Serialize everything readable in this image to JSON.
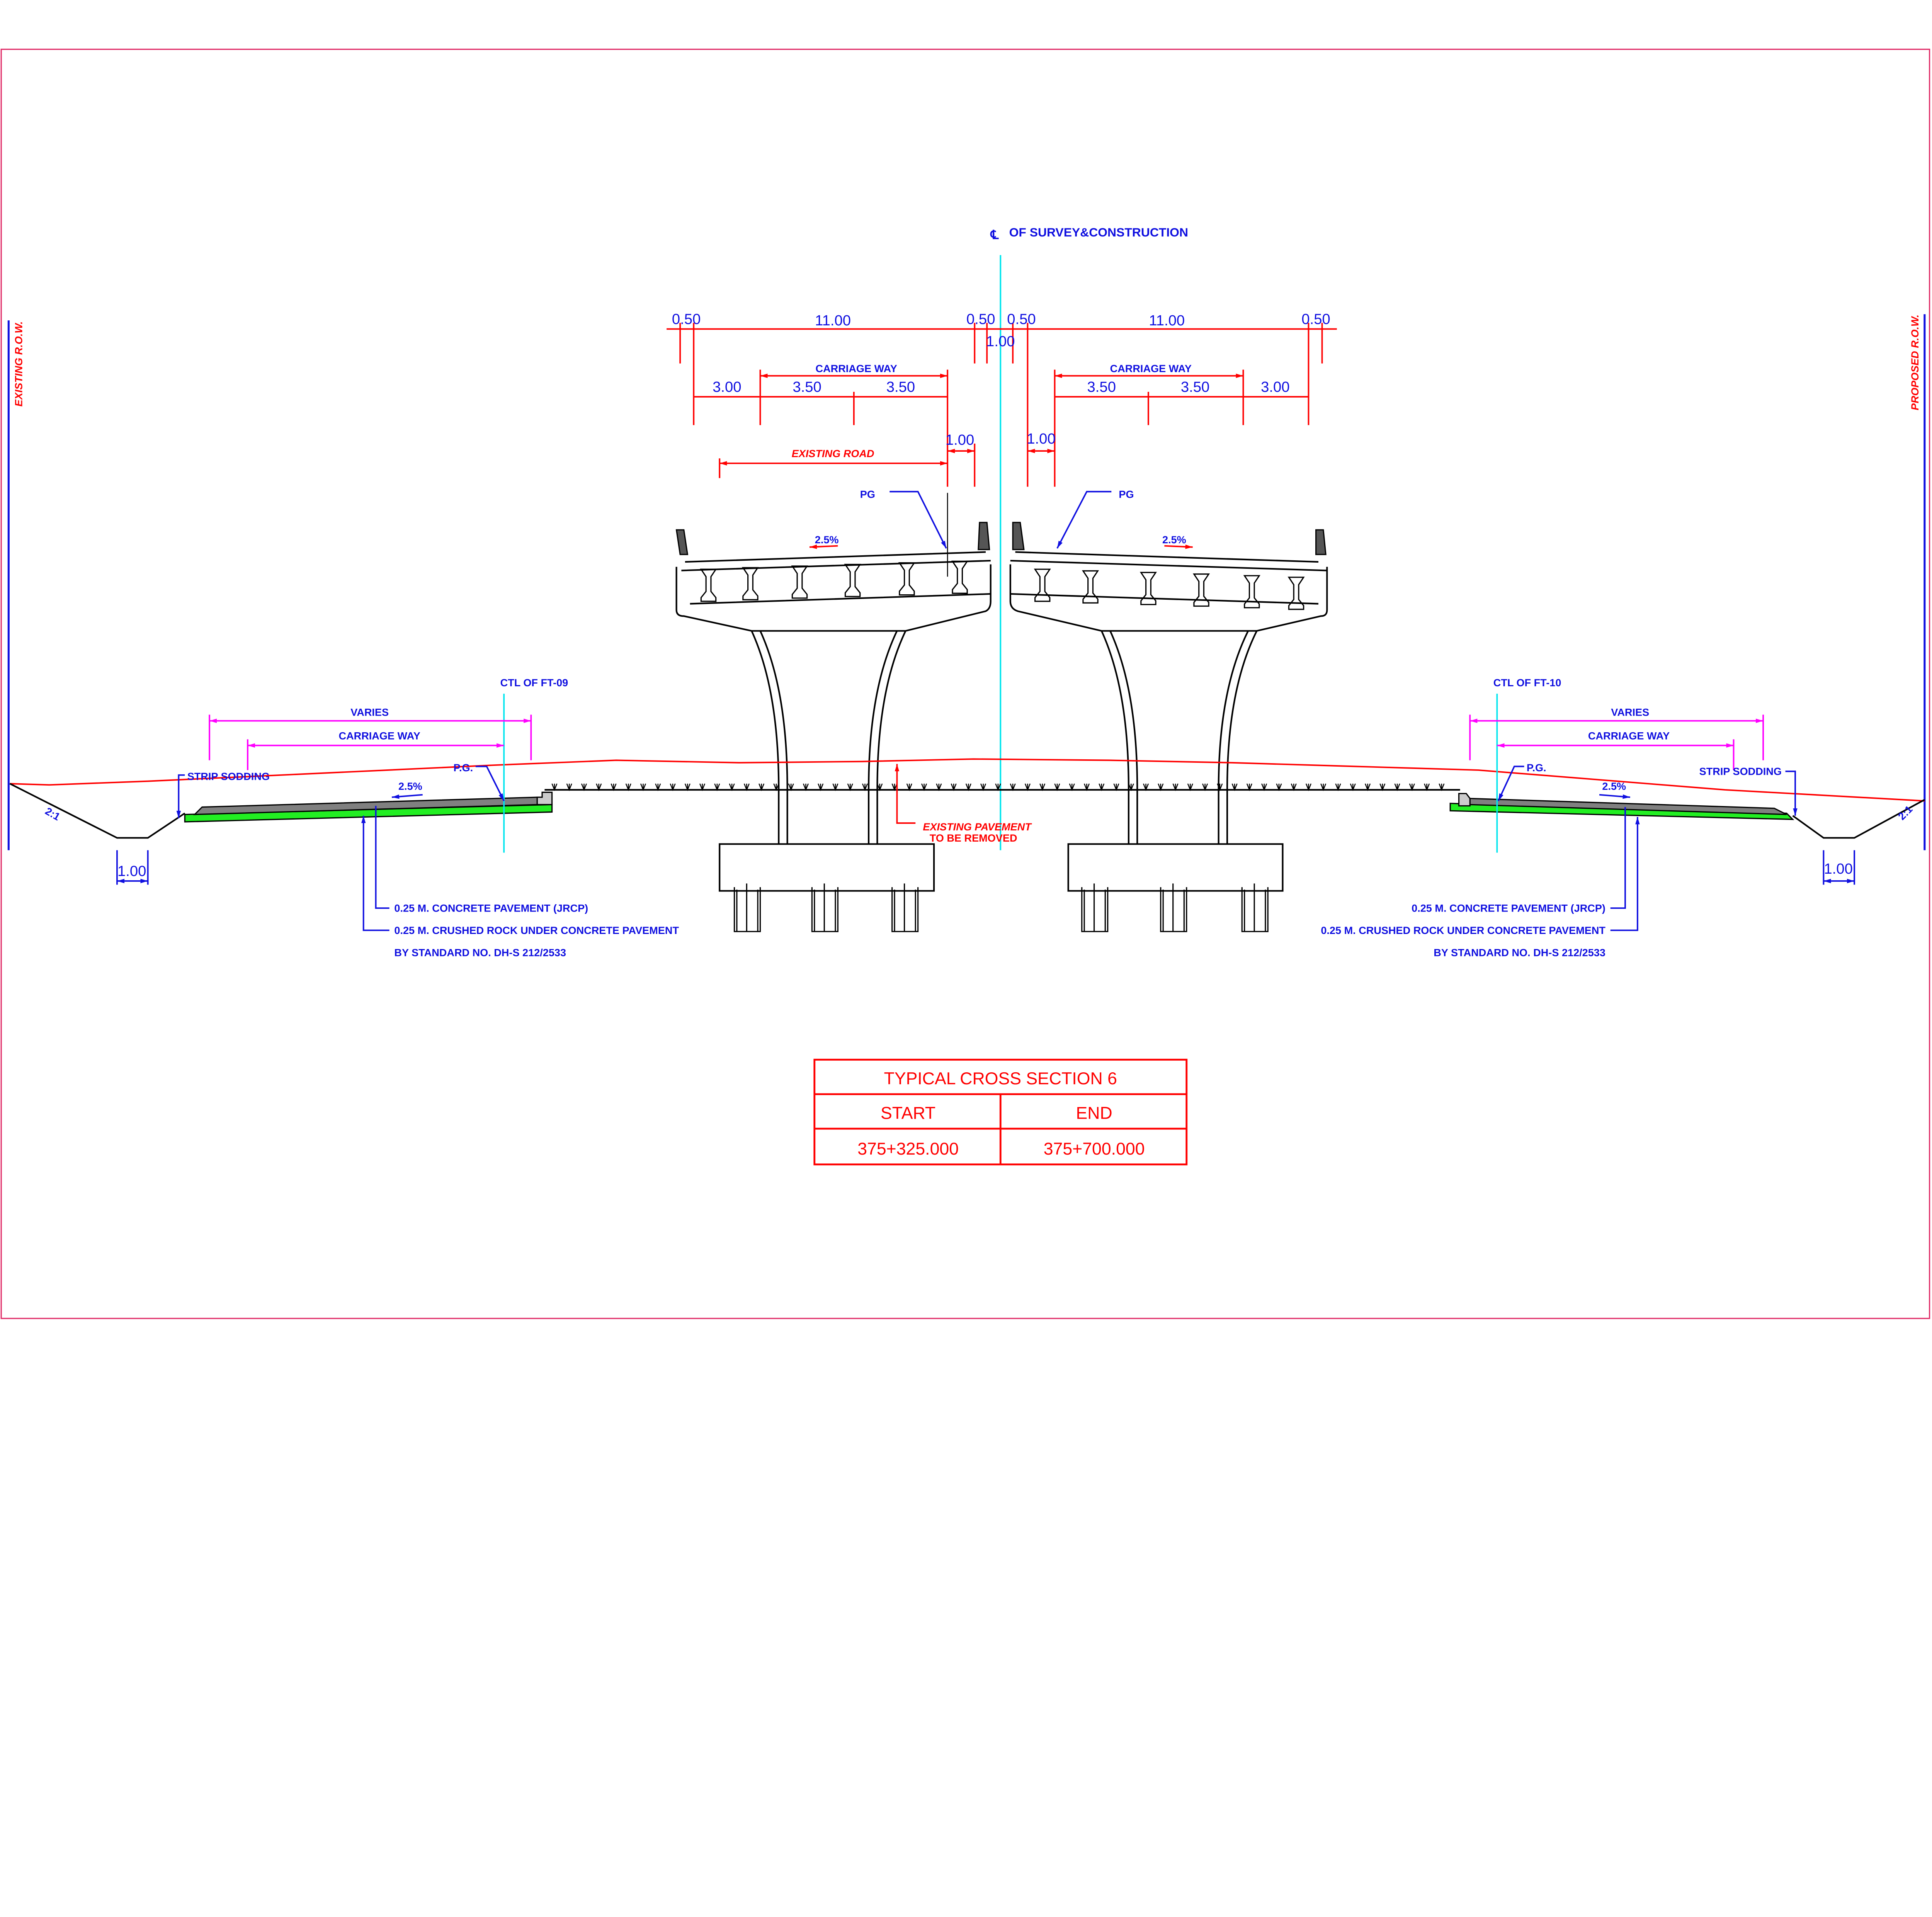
{
  "colors": {
    "dimension": "#ff0000",
    "text": "#1010e0",
    "centerline": "#00e5ee",
    "magenta": "#ff00ff",
    "base_course": "#22ee22",
    "pavement": "#808080",
    "border": "#e0306a"
  },
  "row": {
    "left": "EXISTING  R.O.W.",
    "right": "PROPOSED R.O.W."
  },
  "centerline": {
    "symbol": "℄",
    "label": "OF SURVEY&CONSTRUCTION"
  },
  "top_dims": {
    "l_barrier": "0.50",
    "l_deck": "11.00",
    "l_inner": "0.50",
    "median": "1.00",
    "r_inner": "0.50",
    "r_deck": "11.00",
    "r_barrier": "0.50"
  },
  "left_deck": {
    "carriage_way": "CARRIAGE WAY",
    "shoulder": "3.00",
    "lane1": "3.50",
    "lane2": "3.50",
    "offset": "1.00",
    "existing_road": "EXISTING ROAD",
    "pg": "PG",
    "slope": "2.5%"
  },
  "right_deck": {
    "carriage_way": "CARRIAGE WAY",
    "lane1": "3.50",
    "lane2": "3.50",
    "shoulder": "3.00",
    "offset": "1.00",
    "pg": "PG",
    "slope": "2.5%"
  },
  "left_frontage": {
    "ctl": "CTL OF FT-09",
    "varies": "VARIES",
    "carriage_way": "CARRIAGE WAY",
    "pg": "P.G.",
    "strip_sodding": "STRIP SODDING",
    "slope": "2.5%",
    "side_slope": "2:1",
    "ditch_width": "1.00"
  },
  "right_frontage": {
    "ctl": "CTL OF FT-10",
    "varies": "VARIES",
    "carriage_way": "CARRIAGE WAY",
    "pg": "P.G.",
    "strip_sodding": "STRIP SODDING",
    "slope": "2.5%",
    "side_slope": "2:1",
    "ditch_width": "1.00"
  },
  "existing_pavement": {
    "line1": "EXISTING PAVEMENT",
    "line2": "TO BE REMOVED"
  },
  "notes": {
    "concrete": "0.25 M. CONCRETE PAVEMENT (JRCP)",
    "crushed_rock": "0.25 M. CRUSHED ROCK UNDER CONCRETE PAVEMENT",
    "standard": "BY STANDARD NO. DH-S 212/2533"
  },
  "title_block": {
    "title": "TYPICAL CROSS SECTION 6",
    "start_label": "START",
    "end_label": "END",
    "start_value": "375+325.000",
    "end_value": "375+700.000"
  }
}
